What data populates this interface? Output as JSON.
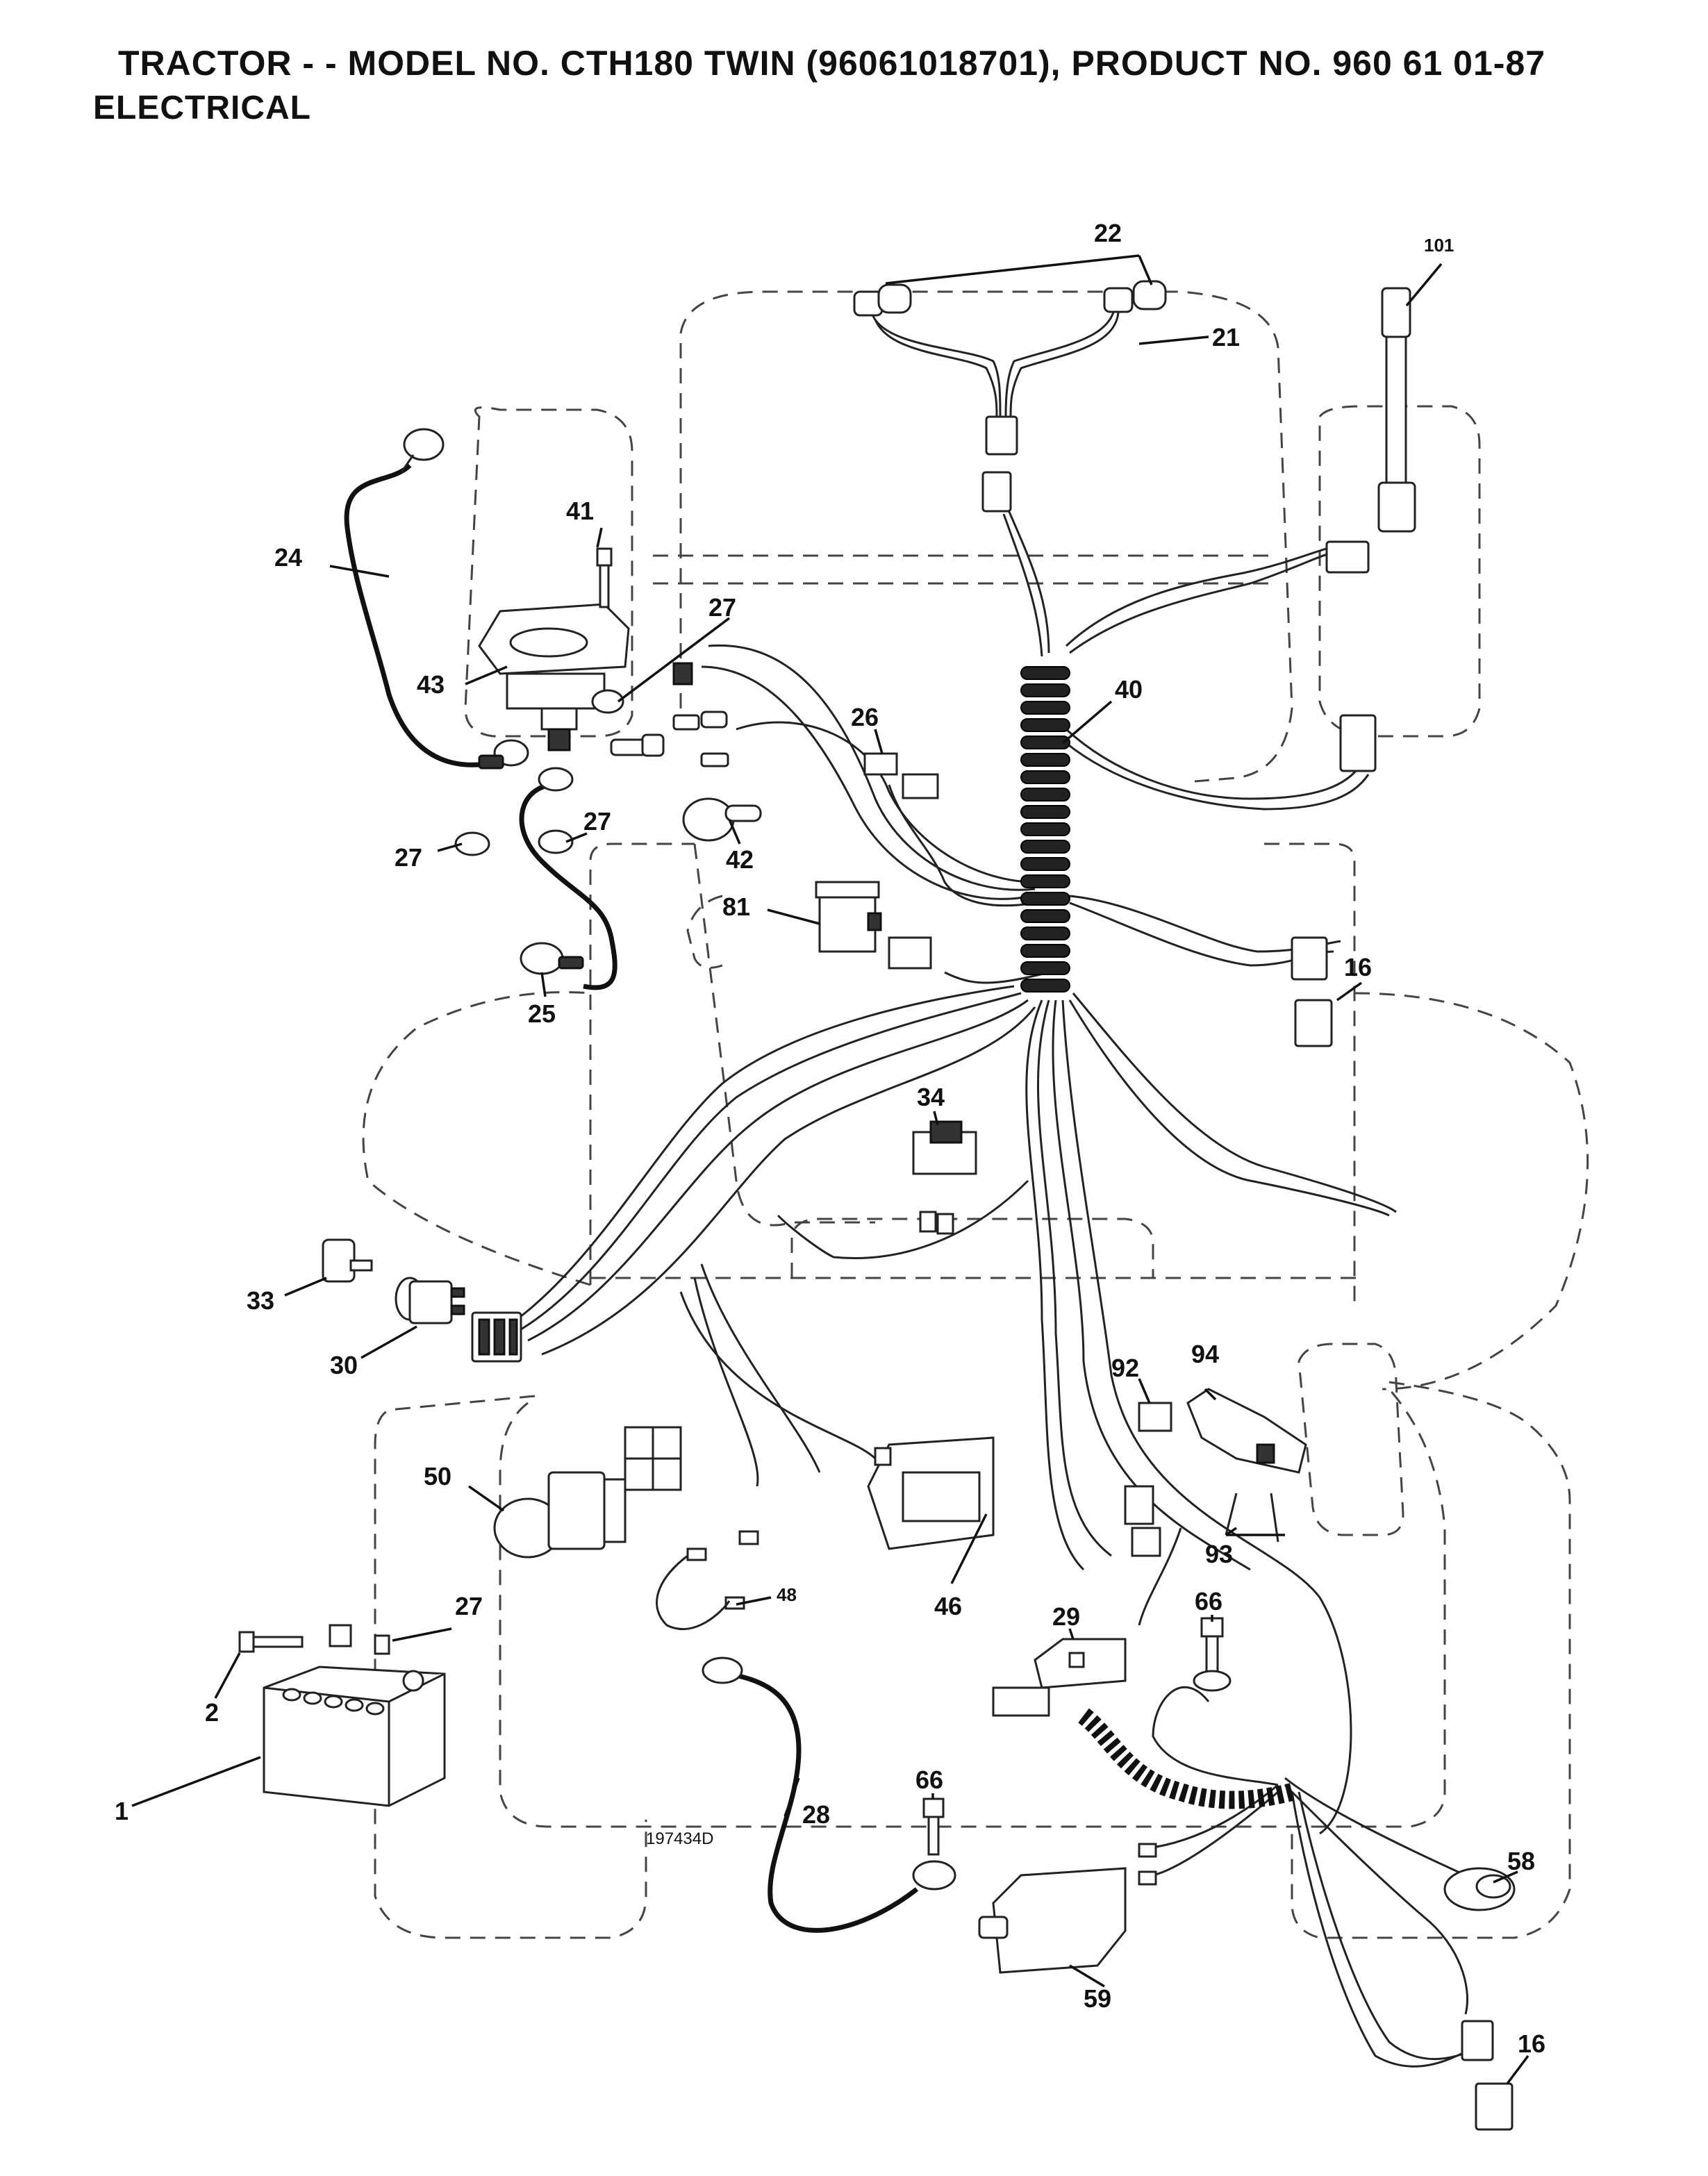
{
  "header": {
    "title": "TRACTOR - - MODEL NO. CTH180 TWIN (96061018701), PRODUCT NO. 960 61 01-87",
    "subtitle": "ELECTRICAL"
  },
  "diagram": {
    "drawing_code": "197434D",
    "callouts": {
      "c1": "1",
      "c2": "2",
      "c16a": "16",
      "c16b": "16",
      "c21": "21",
      "c22": "22",
      "c24": "24",
      "c25": "25",
      "c26": "26",
      "c27a": "27",
      "c27b": "27",
      "c27c": "27",
      "c27d": "27",
      "c28": "28",
      "c29": "29",
      "c30": "30",
      "c33": "33",
      "c34": "34",
      "c40": "40",
      "c41": "41",
      "c42": "42",
      "c43": "43",
      "c46": "46",
      "c48": "48",
      "c50": "50",
      "c58": "58",
      "c59": "59",
      "c66a": "66",
      "c66b": "66",
      "c81": "81",
      "c92": "92",
      "c93": "93",
      "c94": "94",
      "c101": "101"
    }
  }
}
